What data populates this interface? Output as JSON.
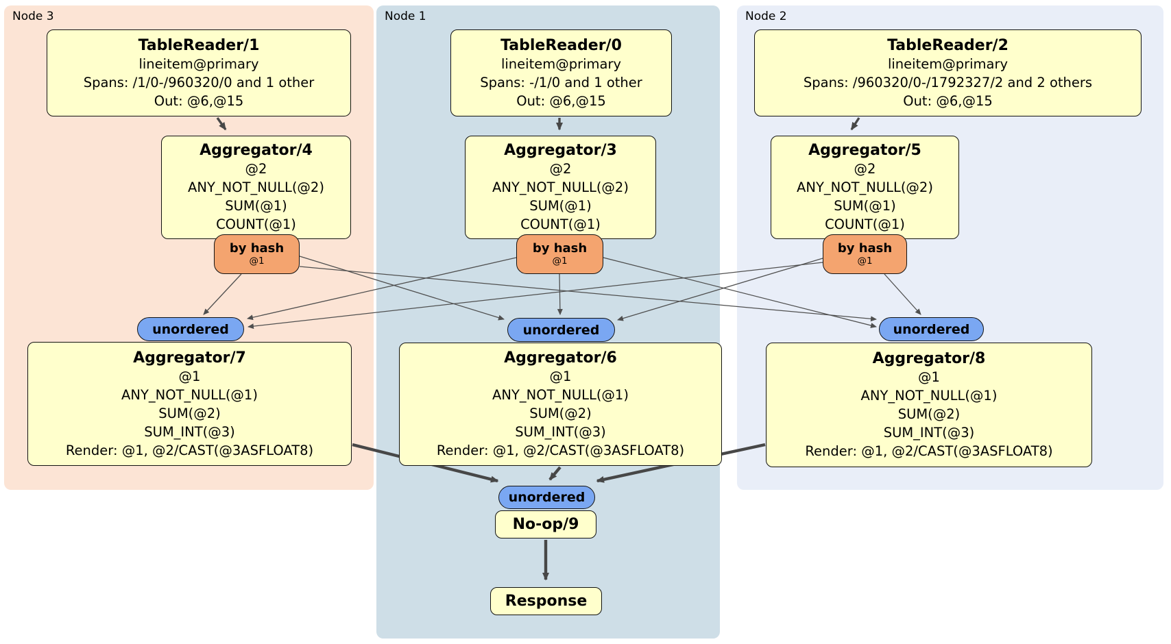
{
  "regions": {
    "node3": {
      "label": "Node 3"
    },
    "node1": {
      "label": "Node 1"
    },
    "node2": {
      "label": "Node 2"
    }
  },
  "processors": {
    "tr1": {
      "title": "TableReader/1",
      "line1": "lineitem@primary",
      "line2": "Spans: /1/0-/960320/0 and 1 other",
      "line3": "Out: @6,@15"
    },
    "tr0": {
      "title": "TableReader/0",
      "line1": "lineitem@primary",
      "line2": "Spans: -/1/0 and 1 other",
      "line3": "Out: @6,@15"
    },
    "tr2": {
      "title": "TableReader/2",
      "line1": "lineitem@primary",
      "line2": "Spans: /960320/0-/1792327/2 and 2 others",
      "line3": "Out: @6,@15"
    },
    "agg4": {
      "title": "Aggregator/4",
      "line1": "@2",
      "line2": "ANY_NOT_NULL(@2)",
      "line3": "SUM(@1)",
      "line4": "COUNT(@1)"
    },
    "agg3": {
      "title": "Aggregator/3",
      "line1": "@2",
      "line2": "ANY_NOT_NULL(@2)",
      "line3": "SUM(@1)",
      "line4": "COUNT(@1)"
    },
    "agg5": {
      "title": "Aggregator/5",
      "line1": "@2",
      "line2": "ANY_NOT_NULL(@2)",
      "line3": "SUM(@1)",
      "line4": "COUNT(@1)"
    },
    "agg7": {
      "title": "Aggregator/7",
      "line1": "@1",
      "line2": "ANY_NOT_NULL(@1)",
      "line3": "SUM(@2)",
      "line4": "SUM_INT(@3)",
      "line5": "Render: @1, @2/CAST(@3ASFLOAT8)"
    },
    "agg6": {
      "title": "Aggregator/6",
      "line1": "@1",
      "line2": "ANY_NOT_NULL(@1)",
      "line3": "SUM(@2)",
      "line4": "SUM_INT(@3)",
      "line5": "Render: @1, @2/CAST(@3ASFLOAT8)"
    },
    "agg8": {
      "title": "Aggregator/8",
      "line1": "@1",
      "line2": "ANY_NOT_NULL(@1)",
      "line3": "SUM(@2)",
      "line4": "SUM_INT(@3)",
      "line5": "Render: @1, @2/CAST(@3ASFLOAT8)"
    },
    "noop": {
      "title": "No-op/9"
    },
    "response": {
      "title": "Response"
    }
  },
  "routers": {
    "n3": {
      "label": "by hash",
      "detail": "@1"
    },
    "n1": {
      "label": "by hash",
      "detail": "@1"
    },
    "n2": {
      "label": "by hash",
      "detail": "@1"
    }
  },
  "syncs": {
    "left": {
      "label": "unordered"
    },
    "mid": {
      "label": "unordered"
    },
    "right": {
      "label": "unordered"
    },
    "bottom": {
      "label": "unordered"
    }
  },
  "colors": {
    "node3_bg": "#fce4d5",
    "node1_bg": "#cedee7",
    "node2_bg": "#e9eef8",
    "processor_bg": "#ffffcc",
    "router_bg": "#f4a46f",
    "sync_bg": "#7aa7f2",
    "border": "#111111",
    "edge_thin": "#4f4f4f",
    "edge_thick": "#474747"
  }
}
